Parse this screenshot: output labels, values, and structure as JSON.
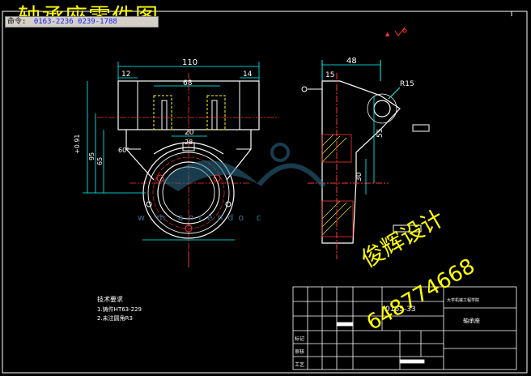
{
  "overlay_title": "轴承座零件图",
  "command_bar": {
    "prompt": "命令:",
    "coordinates": "0163-2236 0239-1788"
  },
  "watermark": {
    "brand": "俊辉设计",
    "phone": "648774668",
    "url": "w.m anrendo c"
  },
  "drawing": {
    "front_view": {
      "width_dim": "110",
      "left_dim": "12",
      "right_dim": "14",
      "inner_dim": "68",
      "slot_dim": "20",
      "center_dim": "28",
      "height_dim_1": "+0.91",
      "height_dim_2": "95",
      "height_dim_3": "65",
      "angle_dim": "60°"
    },
    "side_view": {
      "width_dim": "48",
      "offset_dim": "15",
      "radius_dim": "R15",
      "height_dim": "55",
      "bottom_dim": "30"
    },
    "tech_requirements": {
      "title": "技术要求",
      "line1": "1.铸件HT63-229",
      "line2": "2.未注圆角R3"
    },
    "title_block": {
      "part_code": "0165-33",
      "school": "大学机械工程学院",
      "material": "轴承座",
      "row_label_1": "标记",
      "row_label_2": "审核",
      "row_label_3": "工艺"
    }
  },
  "colors": {
    "background": "#000000",
    "line": "#ffffff",
    "dim": "#00ffff",
    "center": "#ff3333",
    "hatch": "#ffff00",
    "frame": "#ffffff"
  }
}
